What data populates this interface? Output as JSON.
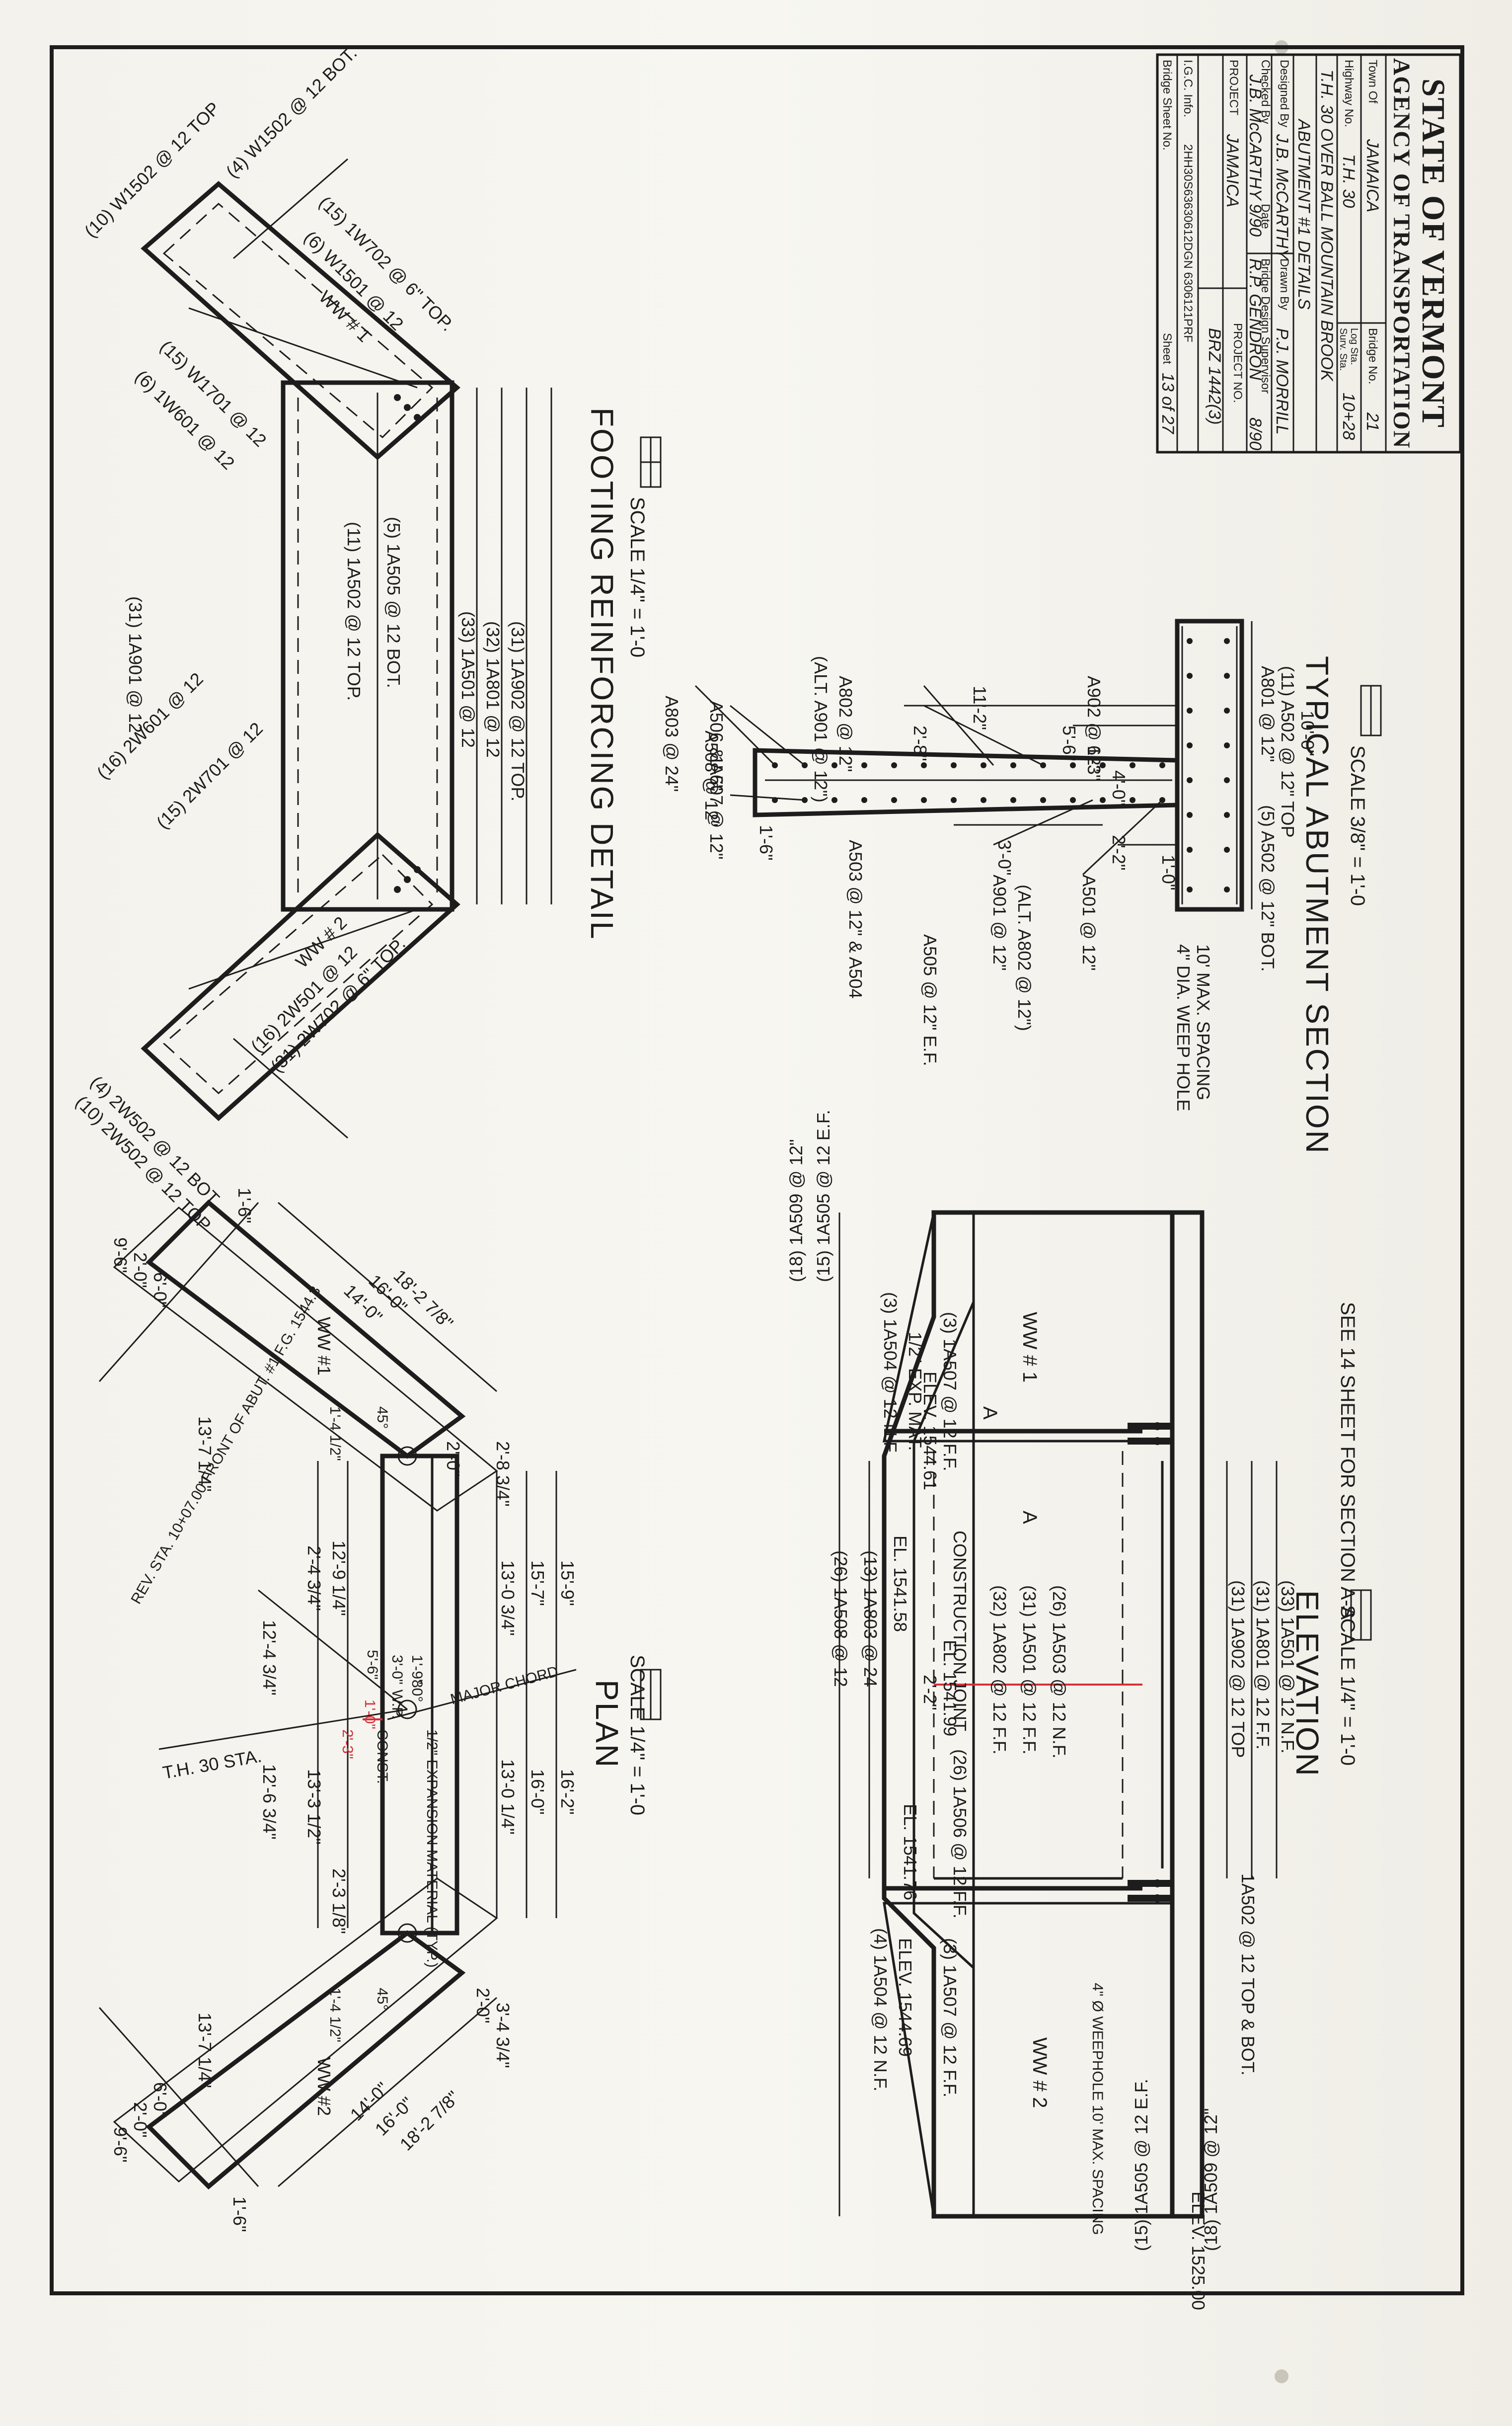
{
  "title_block": {
    "state": "STATE OF VERMONT",
    "agency": "AGENCY OF TRANSPORTATION",
    "town_label": "Town Of",
    "town": "JAMAICA",
    "bridge_no_label": "Bridge No.",
    "bridge_no": "21",
    "highway_label": "Highway No.",
    "highway": "T.H. 30",
    "log_sta_label": "Log Sta.",
    "surv_sta_label": "Surv. Sta.",
    "stations": "10+28",
    "crossing": "T.H. 30 OVER BALL MOUNTAIN BROOK",
    "sheet_subject": "ABUTMENT #1 DETAILS",
    "designed_label": "Designed By",
    "designed": "J.B. McCARTHY",
    "drawn_label": "Drawn By",
    "drawn": "P.J. MORRILL",
    "checked_label": "Checked By",
    "checked": "J.B. McCARTHY",
    "checked_date": "9/90",
    "supervisor_label": "Bridge Design Supervisor",
    "supervisor": "R.P. GENDRON",
    "supervisor_date": "8/90",
    "date_label": "Date",
    "project_label": "PROJECT",
    "project": "JAMAICA",
    "project_no_label": "PROJECT NO.",
    "project_no": "BRZ 1442(3)",
    "igc_label": "I.G.C. Info.",
    "igc": "2HH30S63630612DGN 6306121PRF",
    "bridge_sheet_label": "Bridge Sheet No.",
    "sheet_label": "Sheet",
    "sheet": "13 of 27"
  },
  "views": {
    "footing": {
      "title": "FOOTING REINFORCING DETAIL",
      "scale": "SCALE 1/4\" = 1'-0"
    },
    "section": {
      "title": "TYPICAL ABUTMENT SECTION",
      "scale": "SCALE 3/8\" = 1'-0"
    },
    "plan": {
      "title": "PLAN",
      "scale": "SCALE 1/4\" = 1'-0"
    },
    "elevation": {
      "title": "ELEVATION",
      "scale": "SCALE 1/4\" = 1'-0"
    }
  },
  "footing_labels": [
    "(10) W1502 @ 12 TOP",
    "(4) W1502 @ 12 BOT.",
    "(15) 1W702 @ 6\" TOP.",
    "(6) W1501 @ 12",
    "WW # 1",
    "(15) W1701 @ 12",
    "(6) 1W601 @ 12",
    "(5) 1A505 @ 12 BOT.",
    "(11) 1A502 @ 12 TOP.",
    "(33) 1A501 @ 12",
    "(32) 1A801 @ 12",
    "(31) 1A902 @ 12  TOP.",
    "(31) 1A901 @ 12",
    "(16) 2W601 @ 12",
    "(15) 2W701 @ 12",
    "WW # 2",
    "(16) 2W501 @ 12",
    "(31) 2W702 @ 6\" TOP.",
    "(10) 2W502 @ 12 TOP",
    "(4) 2W502 @ 12 BOT."
  ],
  "section_labels": [
    "A803 @ 24\"",
    "1'-6\"",
    "A508 @ 12\"",
    "A506 & A507 @ 12\"",
    "A802 @ 12\"",
    "(ALT. A901 @ 12\")",
    "A902 @ 12\"",
    "11'-2\"",
    "2'-8\"",
    "5'-6\"",
    "6'-3\"",
    "4'-0\"",
    "1'-6\"",
    "A503 @ 12\" & A504",
    "A901 @ 12\"",
    "(ALT. A802 @ 12\")",
    "A501 @ 12\"",
    "3'-0\"",
    "2'-2\"",
    "1'-0\"",
    "A801 @ 12\"",
    "(11) A502 @ 12\" TOP",
    "10'-0\"",
    "(5) A502 @ 12\" BOT.",
    "A505 @ 12\" E.F.",
    "4\" DIA. WEEP HOLE",
    "10' MAX. SPACING"
  ],
  "plan_labels": [
    "9'-6\"",
    "2'-0\"",
    "6'-0\"",
    "1'-6\"",
    "13'-7 1/4\"",
    "WW #1",
    "1'-4 1/2\"",
    "45°",
    "14'-0\"",
    "16'-0\"",
    "18'-2 7/8\"",
    "2'-0\"",
    "2'-8 3/4\"",
    "12'-4 3/4\"",
    "2'-4 3/4\"",
    "12'-9 1/4\"",
    "5'-6\"",
    "3'-0\"",
    "1'-9\"",
    "13'-0 3/4\"",
    "15'-7\"",
    "15'-9\"",
    "REV. STA. 10+07.00 FRONT OF ABUT. #1 F.G. 1544.3",
    "T.H. 30  STA.",
    "MAJOR CHORD",
    "CONST.",
    "W.P.",
    "80°",
    "1/2\" EXPANSION MATERIAL (TYP.)",
    "12'-6 3/4\"",
    "13'-3 1/2\"",
    "2'-3 1/8\"",
    "13'-0 1/4\"",
    "16'-0\"",
    "16'-2\"",
    "13'-7 1/4\"",
    "1'-4 1/2\"",
    "WW #2",
    "45°",
    "14'-0\"",
    "16'-0\"",
    "18'-2 7/8\"",
    "3'-4 3/4\"",
    "2'-0\"",
    "9'-6\"",
    "6'-0\"",
    "2'-0\"",
    "1'-6\""
  ],
  "elevation_labels": [
    "(18) 1A509 @ 12\"",
    "(15) 1A505 @ 12 E.F.",
    "(3) 1A504 @ 12 N.F.",
    "1/2\" EXP. MAT.",
    "ELEV. 1544.61",
    "(3) 1A507 @ 12 F.F.",
    "WW # 1",
    "A",
    "A",
    "CONSTRUCTION JOINT",
    "EL. 1541.58",
    "EL. 1541.99",
    "(26) 1A508 @ 12",
    "(13) 1A803 @ 24",
    "2'-2\"",
    "(26) 1A506 @ 12  F.F.",
    "(32) 1A802 @ 12  F.F.",
    "(31) 1A501 @ 12  F.F.",
    "(26) 1A503 @ 12  N.F.",
    "EL. 1541.76",
    "(31) 1A902 @ 12 TOP",
    "(31) 1A801 @ 12  F.F.",
    "(33) 1A501 @ 12  N.F.",
    "(4) 1A504 @ 12 N.F.",
    "ELEV. 1544.69",
    "(3) 1A507 @ 12 F.F.",
    "WW # 2",
    "4\" Ø WEEPHOLE 10' MAX. SPACING",
    "1A502 @ 12 TOP & BOT.",
    "(15) 1A505 @ 12 E.F.",
    "(18) 1A509 @ 12\"",
    "ELEV. 1525.00"
  ],
  "section_ref": "SEE 14 SHEET FOR SECTION A-A",
  "redline": {
    "note": "2'-3\"",
    "mark": "1'-0\""
  }
}
